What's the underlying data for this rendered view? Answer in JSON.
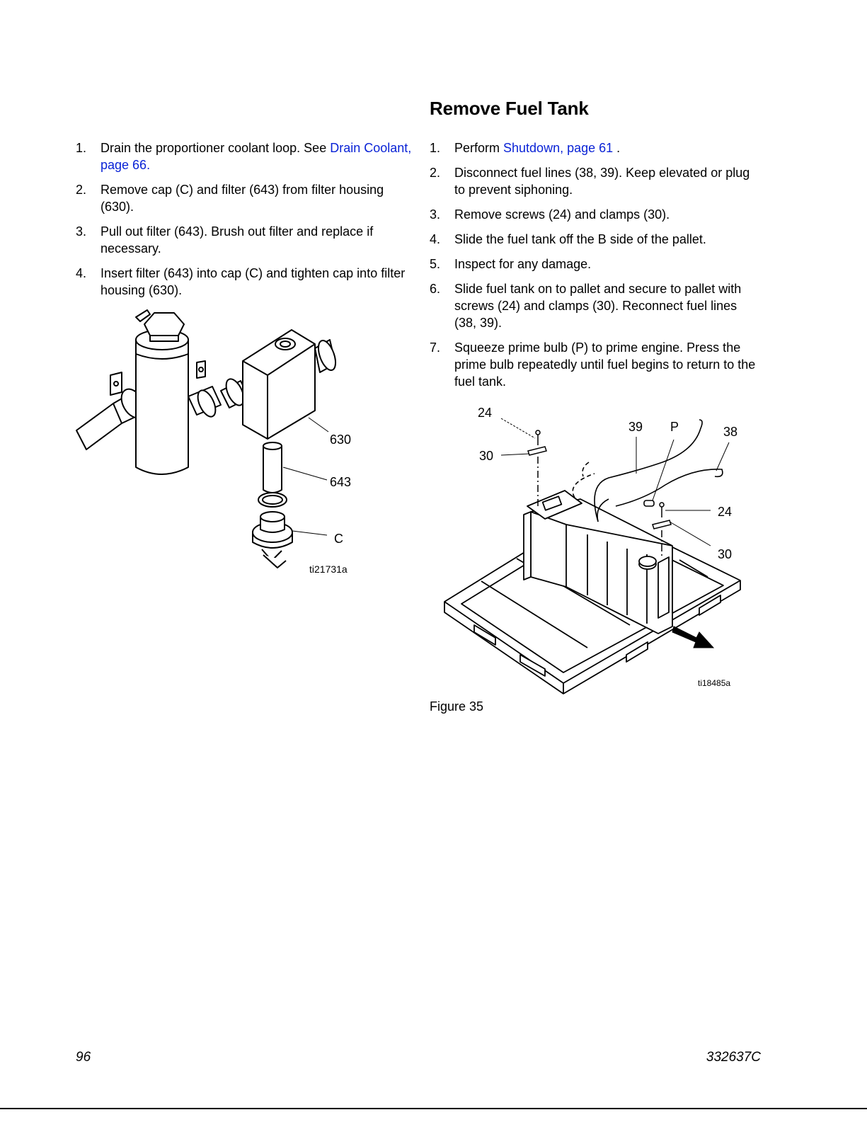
{
  "section": {
    "heading": "Remove Fuel Tank"
  },
  "left_steps": [
    {
      "num": "1.",
      "text": "Drain the proportioner coolant loop.  See ",
      "link": "Drain Coolant, page 66",
      "after": "."
    },
    {
      "num": "2.",
      "text": "Remove cap (C) and filter (643) from filter housing (630)."
    },
    {
      "num": "3.",
      "text": "Pull out filter (643). Brush out filter and replace if necessary."
    },
    {
      "num": "4.",
      "text": "Insert filter (643) into cap (C) and tighten cap into filter housing (630)."
    }
  ],
  "right_steps": [
    {
      "num": "1.",
      "text": "Perform ",
      "link": "Shutdown, page 61",
      "after": " ."
    },
    {
      "num": "2.",
      "text": "Disconnect fuel lines (38, 39). Keep elevated or plug to prevent siphoning."
    },
    {
      "num": "3.",
      "text": "Remove screws (24) and clamps (30)."
    },
    {
      "num": "4.",
      "text": "Slide the fuel tank off the B side of the pallet."
    },
    {
      "num": "5.",
      "text": "Inspect for any damage."
    },
    {
      "num": "6.",
      "text": "Slide fuel tank on to pallet and secure to pallet with screws (24) and clamps (30).  Reconnect fuel lines (38, 39)."
    },
    {
      "num": "7.",
      "text": "Squeeze prime bulb (P) to prime engine. Press the prime bulb repeatedly until fuel begins to return to the fuel tank."
    }
  ],
  "figure_left": {
    "callouts": {
      "housing": "630",
      "filter": "643",
      "cap": "C"
    },
    "image_id": "ti21731a"
  },
  "figure_right": {
    "callouts": {
      "screw_a": "24",
      "clamp_a": "30",
      "line_39": "39",
      "bulb": "P",
      "line_38": "38",
      "screw_b": "24",
      "clamp_b": "30"
    },
    "image_id": "ti18485a",
    "caption": "Figure 35"
  },
  "footer": {
    "page_number": "96",
    "doc_number": "332637C"
  },
  "colors": {
    "link": "#0a23d6",
    "text": "#000000"
  }
}
